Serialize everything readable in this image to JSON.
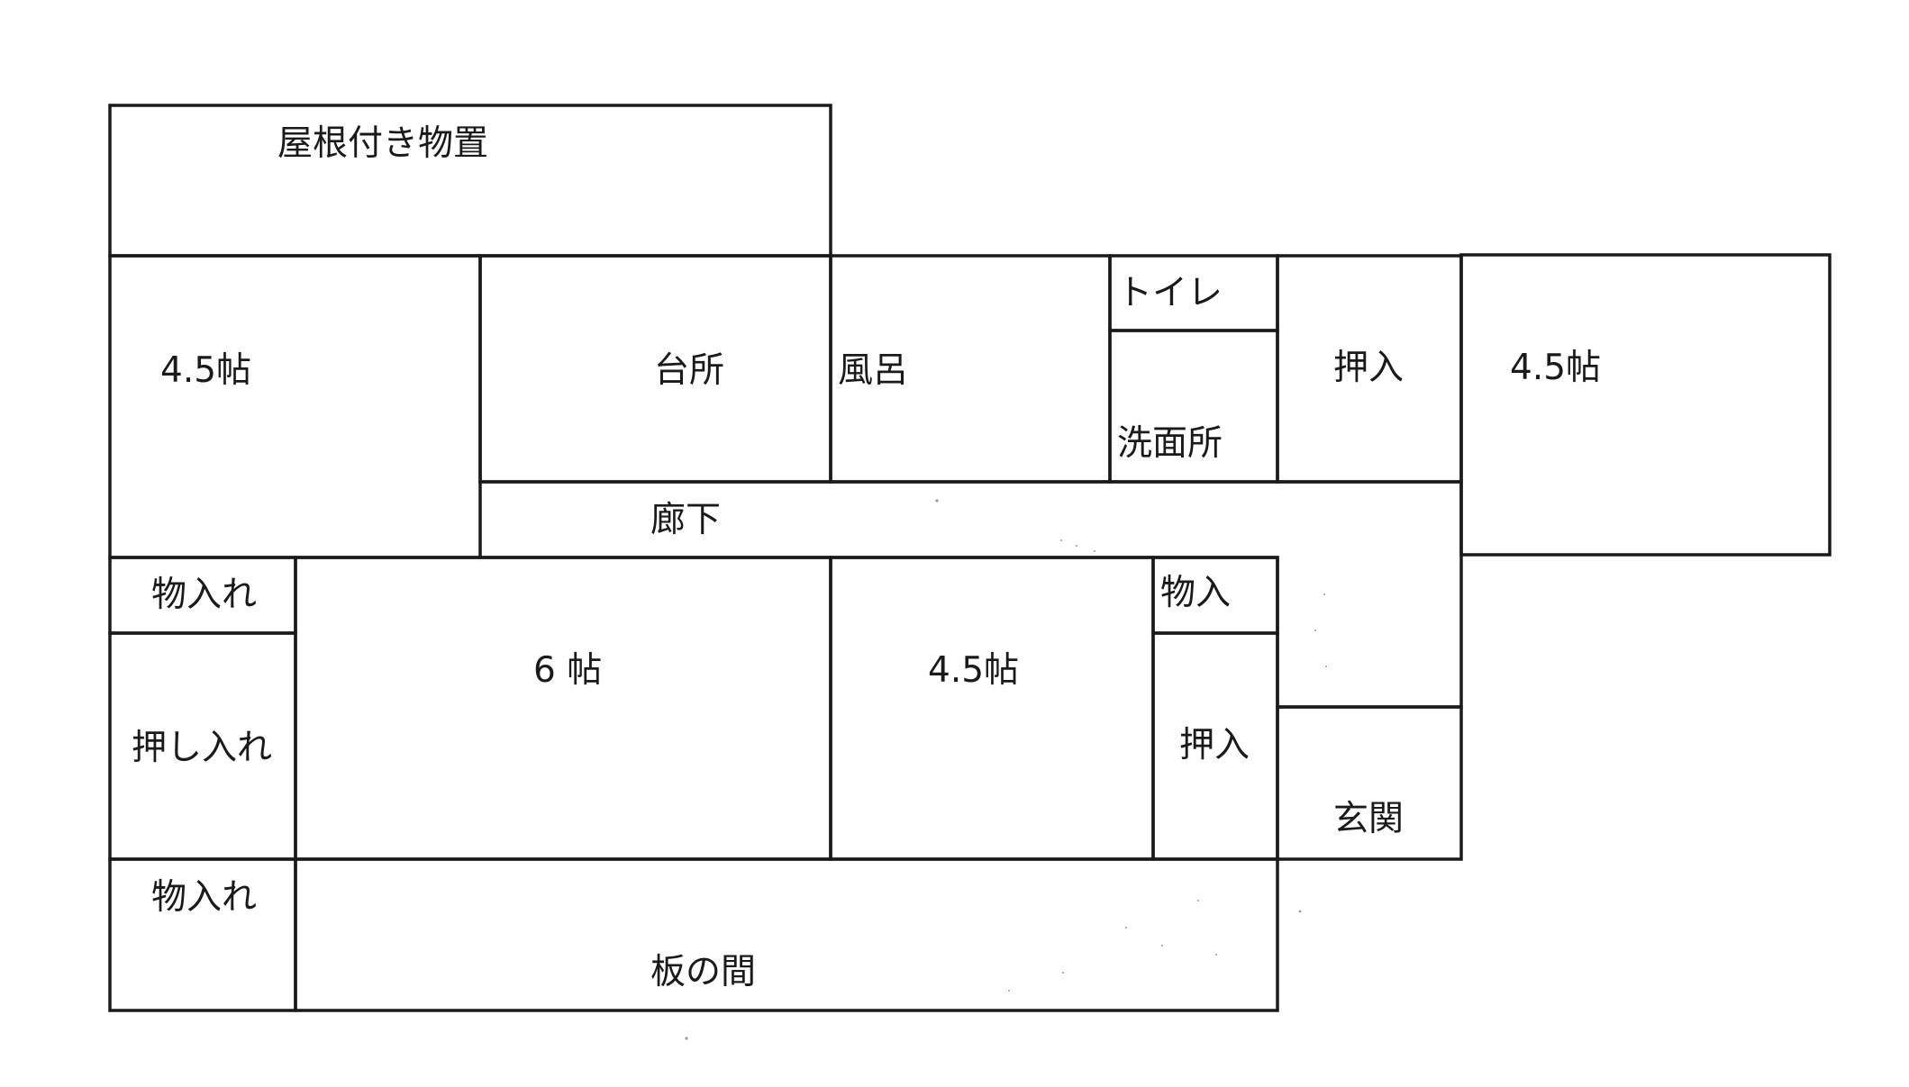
{
  "floor_plan": {
    "rooms": {
      "storage_shed": "屋根付き物置",
      "room_nw": "4.5帖",
      "kitchen": "台所",
      "bath": "風呂",
      "toilet": "トイレ",
      "washroom": "洗面所",
      "closet_ne": "押入",
      "room_ne": "4.5帖",
      "hallway": "廊下",
      "storage_w1": "物入れ",
      "closet_w": "押し入れ",
      "room_6": "6 帖",
      "room_center": "4.5帖",
      "storage_c": "物入",
      "closet_c": "押入",
      "entrance": "玄関",
      "storage_w2": "物入れ",
      "wood_floor": "板の間"
    },
    "colors": {
      "line": "#1a1a1a",
      "background": "#ffffff"
    }
  }
}
